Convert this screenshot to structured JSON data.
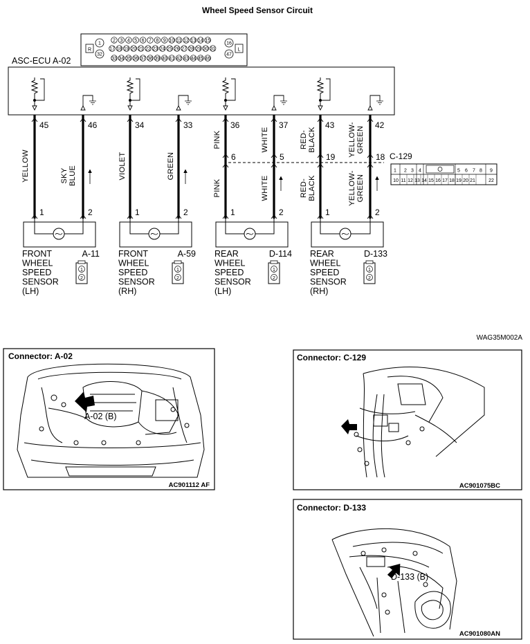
{
  "title": "Wheel Speed Sensor Circuit",
  "ecu": {
    "label": "ASC-ECU A-02",
    "pin_rows": {
      "top": [
        "2",
        "3",
        "4",
        "5",
        "6",
        "7",
        "8",
        "9",
        "10",
        "11",
        "12",
        "13",
        "14",
        "15"
      ],
      "middle": [
        "17",
        "18",
        "19",
        "20",
        "21",
        "22",
        "23",
        "24",
        "25",
        "26",
        "27",
        "28",
        "29",
        "30",
        "31"
      ],
      "bottom": [
        "33",
        "34",
        "35",
        "36",
        "37",
        "38",
        "39",
        "40",
        "41",
        "42",
        "43",
        "44",
        "45",
        "46"
      ],
      "left_top": "1",
      "left_bottom": "32",
      "right_top": "16",
      "right_bottom": "47",
      "left_mark": "R",
      "right_mark": "L"
    },
    "pins": [
      "45",
      "46",
      "34",
      "33",
      "36",
      "37",
      "43",
      "42"
    ]
  },
  "wires": [
    {
      "color": "YELLOW"
    },
    {
      "color": "SKY BLUE"
    },
    {
      "color": "VIOLET"
    },
    {
      "color": "GREEN"
    },
    {
      "color": "PINK",
      "color_lower": "PINK"
    },
    {
      "color": "WHITE",
      "color_lower": "WHITE"
    },
    {
      "color": "RED-BLACK",
      "color_lower": "RED-BLACK"
    },
    {
      "color": "YELLOW-GREEN",
      "color_lower": "YELLOW-GREEN"
    }
  ],
  "junction": {
    "label": "C-129",
    "pins": [
      "6",
      "5",
      "19",
      "18"
    ],
    "connector_top": [
      "1",
      "2",
      "3",
      "4",
      "5",
      "6",
      "7",
      "8",
      "9"
    ],
    "connector_bottom": [
      "10",
      "11",
      "12",
      "13",
      "14",
      "15",
      "16",
      "17",
      "18",
      "19",
      "20",
      "21",
      "22"
    ]
  },
  "sensor_pins": [
    "1",
    "2"
  ],
  "sensors": [
    {
      "name_lines": [
        "FRONT",
        "WHEEL",
        "SPEED",
        "SENSOR",
        "(LH)"
      ],
      "connector": "A-11"
    },
    {
      "name_lines": [
        "FRONT",
        "WHEEL",
        "SPEED",
        "SENSOR",
        "(RH)"
      ],
      "connector": "A-59"
    },
    {
      "name_lines": [
        "REAR",
        "WHEEL",
        "SPEED",
        "SENSOR",
        "(LH)"
      ],
      "connector": "D-114"
    },
    {
      "name_lines": [
        "REAR",
        "WHEEL",
        "SPEED",
        "SENSOR",
        "(RH)"
      ],
      "connector": "D-133"
    }
  ],
  "figure_code": "WAG35M002A",
  "panels": [
    {
      "title": "Connector: A-02",
      "callout": "A-02 (B)",
      "code": "AC901112 AF"
    },
    {
      "title": "Connector: C-129",
      "callout": "",
      "code": "AC901075BC"
    },
    {
      "title": "Connector: D-133",
      "callout": "D-133 (B)",
      "code": "AC901080AN"
    }
  ]
}
